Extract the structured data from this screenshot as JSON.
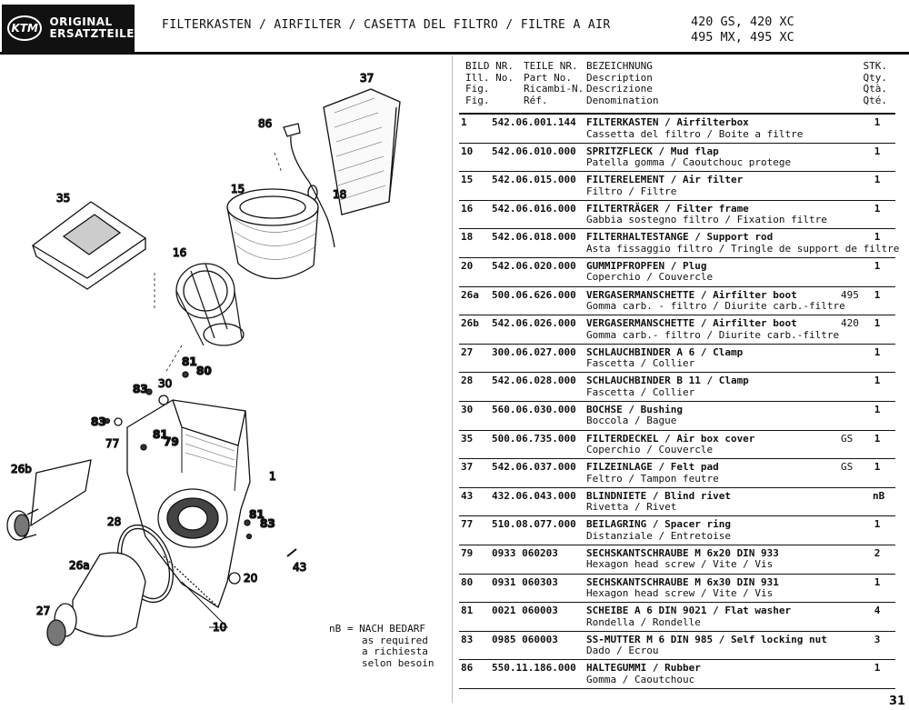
{
  "header": {
    "logo_mark": "KTM",
    "logo_line1": "ORIGINAL",
    "logo_line2": "ERSATZTEILE",
    "title": "FILTERKASTEN / AIRFILTER / CASETTA DEL FILTRO / FILTRE A AIR",
    "models_line1": "420 GS, 420 XC",
    "models_line2": "495 MX, 495 XC"
  },
  "columns": {
    "bild": [
      "BILD NR.",
      "Ill. No.",
      "Fig.",
      "Fig."
    ],
    "teile": [
      "TEILE NR.",
      "Part No.",
      "Ricambi-N.",
      "Réf."
    ],
    "bez": [
      "BEZEICHNUNG",
      "Description",
      "Descrizione",
      "Denomination"
    ],
    "stk": [
      "STK.",
      "Qty.",
      "Qtà.",
      "Qté."
    ]
  },
  "rows": [
    {
      "pos": "1",
      "part": "542.06.001.144",
      "d1": "FILTERKASTEN / Airfilterbox",
      "d2": "Cassetta del filtro / Boite a filtre",
      "note": "",
      "qty": "1"
    },
    {
      "pos": "10",
      "part": "542.06.010.000",
      "d1": "SPRITZFLECK / Mud flap",
      "d2": "Patella gomma / Caoutchouc protege",
      "note": "",
      "qty": "1"
    },
    {
      "pos": "15",
      "part": "542.06.015.000",
      "d1": "FILTERELEMENT / Air filter",
      "d2": "Filtro / Filtre",
      "note": "",
      "qty": "1"
    },
    {
      "pos": "16",
      "part": "542.06.016.000",
      "d1": "FILTERTRÄGER / Filter frame",
      "d2": "Gabbia sostegno filtro / Fixation filtre",
      "note": "",
      "qty": "1"
    },
    {
      "pos": "18",
      "part": "542.06.018.000",
      "d1": "FILTERHALTESTANGE / Support rod",
      "d2": "Asta fissaggio filtro / Tringle de support de filtre",
      "note": "",
      "qty": "1"
    },
    {
      "pos": "20",
      "part": "542.06.020.000",
      "d1": "GUMMIPFROPFEN / Plug",
      "d2": "Coperchio / Couvercle",
      "note": "",
      "qty": "1"
    },
    {
      "pos": "26a",
      "part": "500.06.626.000",
      "d1": "VERGASERMANSCHETTE / Airfilter boot",
      "d2": "Gomma carb. - filtro / Diurite carb.-filtre",
      "note": "495",
      "qty": "1"
    },
    {
      "pos": "26b",
      "part": "542.06.026.000",
      "d1": "VERGASERMANSCHETTE / Airfilter boot",
      "d2": "Gomma carb.- filtro / Diurite carb.-filtre",
      "note": "420",
      "qty": "1"
    },
    {
      "pos": "27",
      "part": "300.06.027.000",
      "d1": "SCHLAUCHBINDER A 6 / Clamp",
      "d2": "Fascetta / Collier",
      "note": "",
      "qty": "1"
    },
    {
      "pos": "28",
      "part": "542.06.028.000",
      "d1": "SCHLAUCHBINDER B 11 / Clamp",
      "d2": "Fascetta / Collier",
      "note": "",
      "qty": "1"
    },
    {
      "pos": "30",
      "part": "560.06.030.000",
      "d1": "BOCHSE / Bushing",
      "d2": "Boccola / Bague",
      "note": "",
      "qty": "1"
    },
    {
      "pos": "35",
      "part": "500.06.735.000",
      "d1": "FILTERDECKEL / Air box cover",
      "d2": "Coperchio / Couvercle",
      "note": "GS",
      "qty": "1"
    },
    {
      "pos": "37",
      "part": "542.06.037.000",
      "d1": "FILZEINLAGE / Felt pad",
      "d2": "Feltro / Tampon feutre",
      "note": "GS",
      "qty": "1"
    },
    {
      "pos": "43",
      "part": "432.06.043.000",
      "d1": "BLINDNIETE / Blind rivet",
      "d2": "Rivetta / Rivet",
      "note": "",
      "qty": "nB"
    },
    {
      "pos": "77",
      "part": "510.08.077.000",
      "d1": "BEILAGRING / Spacer ring",
      "d2": "Distanziale / Entretoise",
      "note": "",
      "qty": "1"
    },
    {
      "pos": "79",
      "part": "0933 060203",
      "d1": "SECHSKANTSCHRAUBE M 6x20 DIN 933",
      "d2": "Hexagon head screw / Vite / Vis",
      "note": "",
      "qty": "2"
    },
    {
      "pos": "80",
      "part": "0931 060303",
      "d1": "SECHSKANTSCHRAUBE M 6x30 DIN 931",
      "d2": "Hexagon head screw / Vite / Vis",
      "note": "",
      "qty": "1"
    },
    {
      "pos": "81",
      "part": "0021 060003",
      "d1": "SCHEIBE A 6 DIN 9021 / Flat washer",
      "d2": "Rondella / Rondelle",
      "note": "",
      "qty": "4"
    },
    {
      "pos": "83",
      "part": "0985 060003",
      "d1": "SS-MUTTER M 6 DIN 985 / Self locking nut",
      "d2": "Dado / Ecrou",
      "note": "",
      "qty": "3"
    },
    {
      "pos": "86",
      "part": "550.11.186.000",
      "d1": "HALTEGUMMI / Rubber",
      "d2": "Gomma / Caoutchouc",
      "note": "",
      "qty": "1"
    }
  ],
  "legend": {
    "line1": "nB = NACH BEDARF",
    "line2": "as required",
    "line3": "a richiesta",
    "line4": "selon besoin"
  },
  "diagram_labels": {
    "l37": "37",
    "l86": "86",
    "l15": "15",
    "l18": "18",
    "l35": "35",
    "l16": "16",
    "l81a": "81",
    "l80": "80",
    "l83a": "83",
    "l30": "30",
    "l83b": "83",
    "l77": "77",
    "l81b": "81",
    "l79": "79",
    "l1": "1",
    "l26b": "26b",
    "l28": "28",
    "l81c": "81",
    "l83c": "83",
    "l43": "43",
    "l26a": "26a",
    "l20": "20",
    "l27": "27",
    "l10": "10"
  },
  "page_number": "31"
}
